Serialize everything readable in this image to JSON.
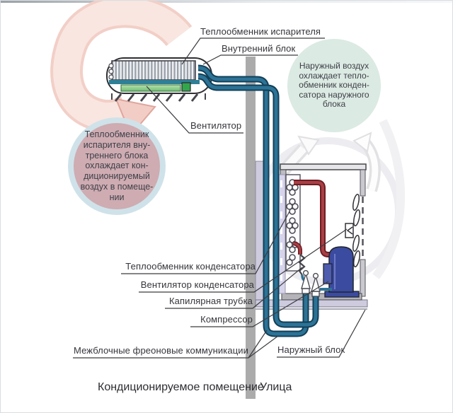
{
  "labels": {
    "evaporator_hx": "Теплообменник испарителя",
    "indoor_unit": "Внутренний блок",
    "indoor_fan": "Вентилятор",
    "condenser_hx": "Теплообменник конденсатора",
    "condenser_fan": "Вентилятор конденсатора",
    "capillary": "Капилярная трубка",
    "compressor": "Компрессор",
    "freon_lines": "Межблочные фреоновые коммуникации",
    "outdoor_unit": "Наружный блок",
    "room": "Кондиционируемое помещение",
    "street": "Улица"
  },
  "callouts": {
    "indoor_lines": [
      "Теплообменник",
      "испарителя вну-",
      "треннего блока",
      "охлаждает кон-",
      "диционируемый",
      "воздух в помеще-",
      "нии"
    ],
    "outdoor_lines": [
      "Наружный воздух",
      "охлаждает тепло-",
      "обменник конден-",
      "сатора наружного",
      "блока"
    ]
  },
  "colors": {
    "pipe_blue_core": "#2c7396",
    "pipe_blue_outline": "#123f57",
    "hot_pipe_red": "#a1393d",
    "compressor_blue": "#3b4ba0",
    "wall_gray": "#ababab",
    "indoor_callout_fill": "#ceacb2",
    "indoor_callout_ring": "#cfe2e9",
    "outdoor_callout_fill": "#dbeae2",
    "airflow_arrow_pink": "#f9e6e0",
    "fan_bar_green": "#8cc98c",
    "accent_green": "#33a64c",
    "bracket_lavender": "#cdcbdd"
  }
}
